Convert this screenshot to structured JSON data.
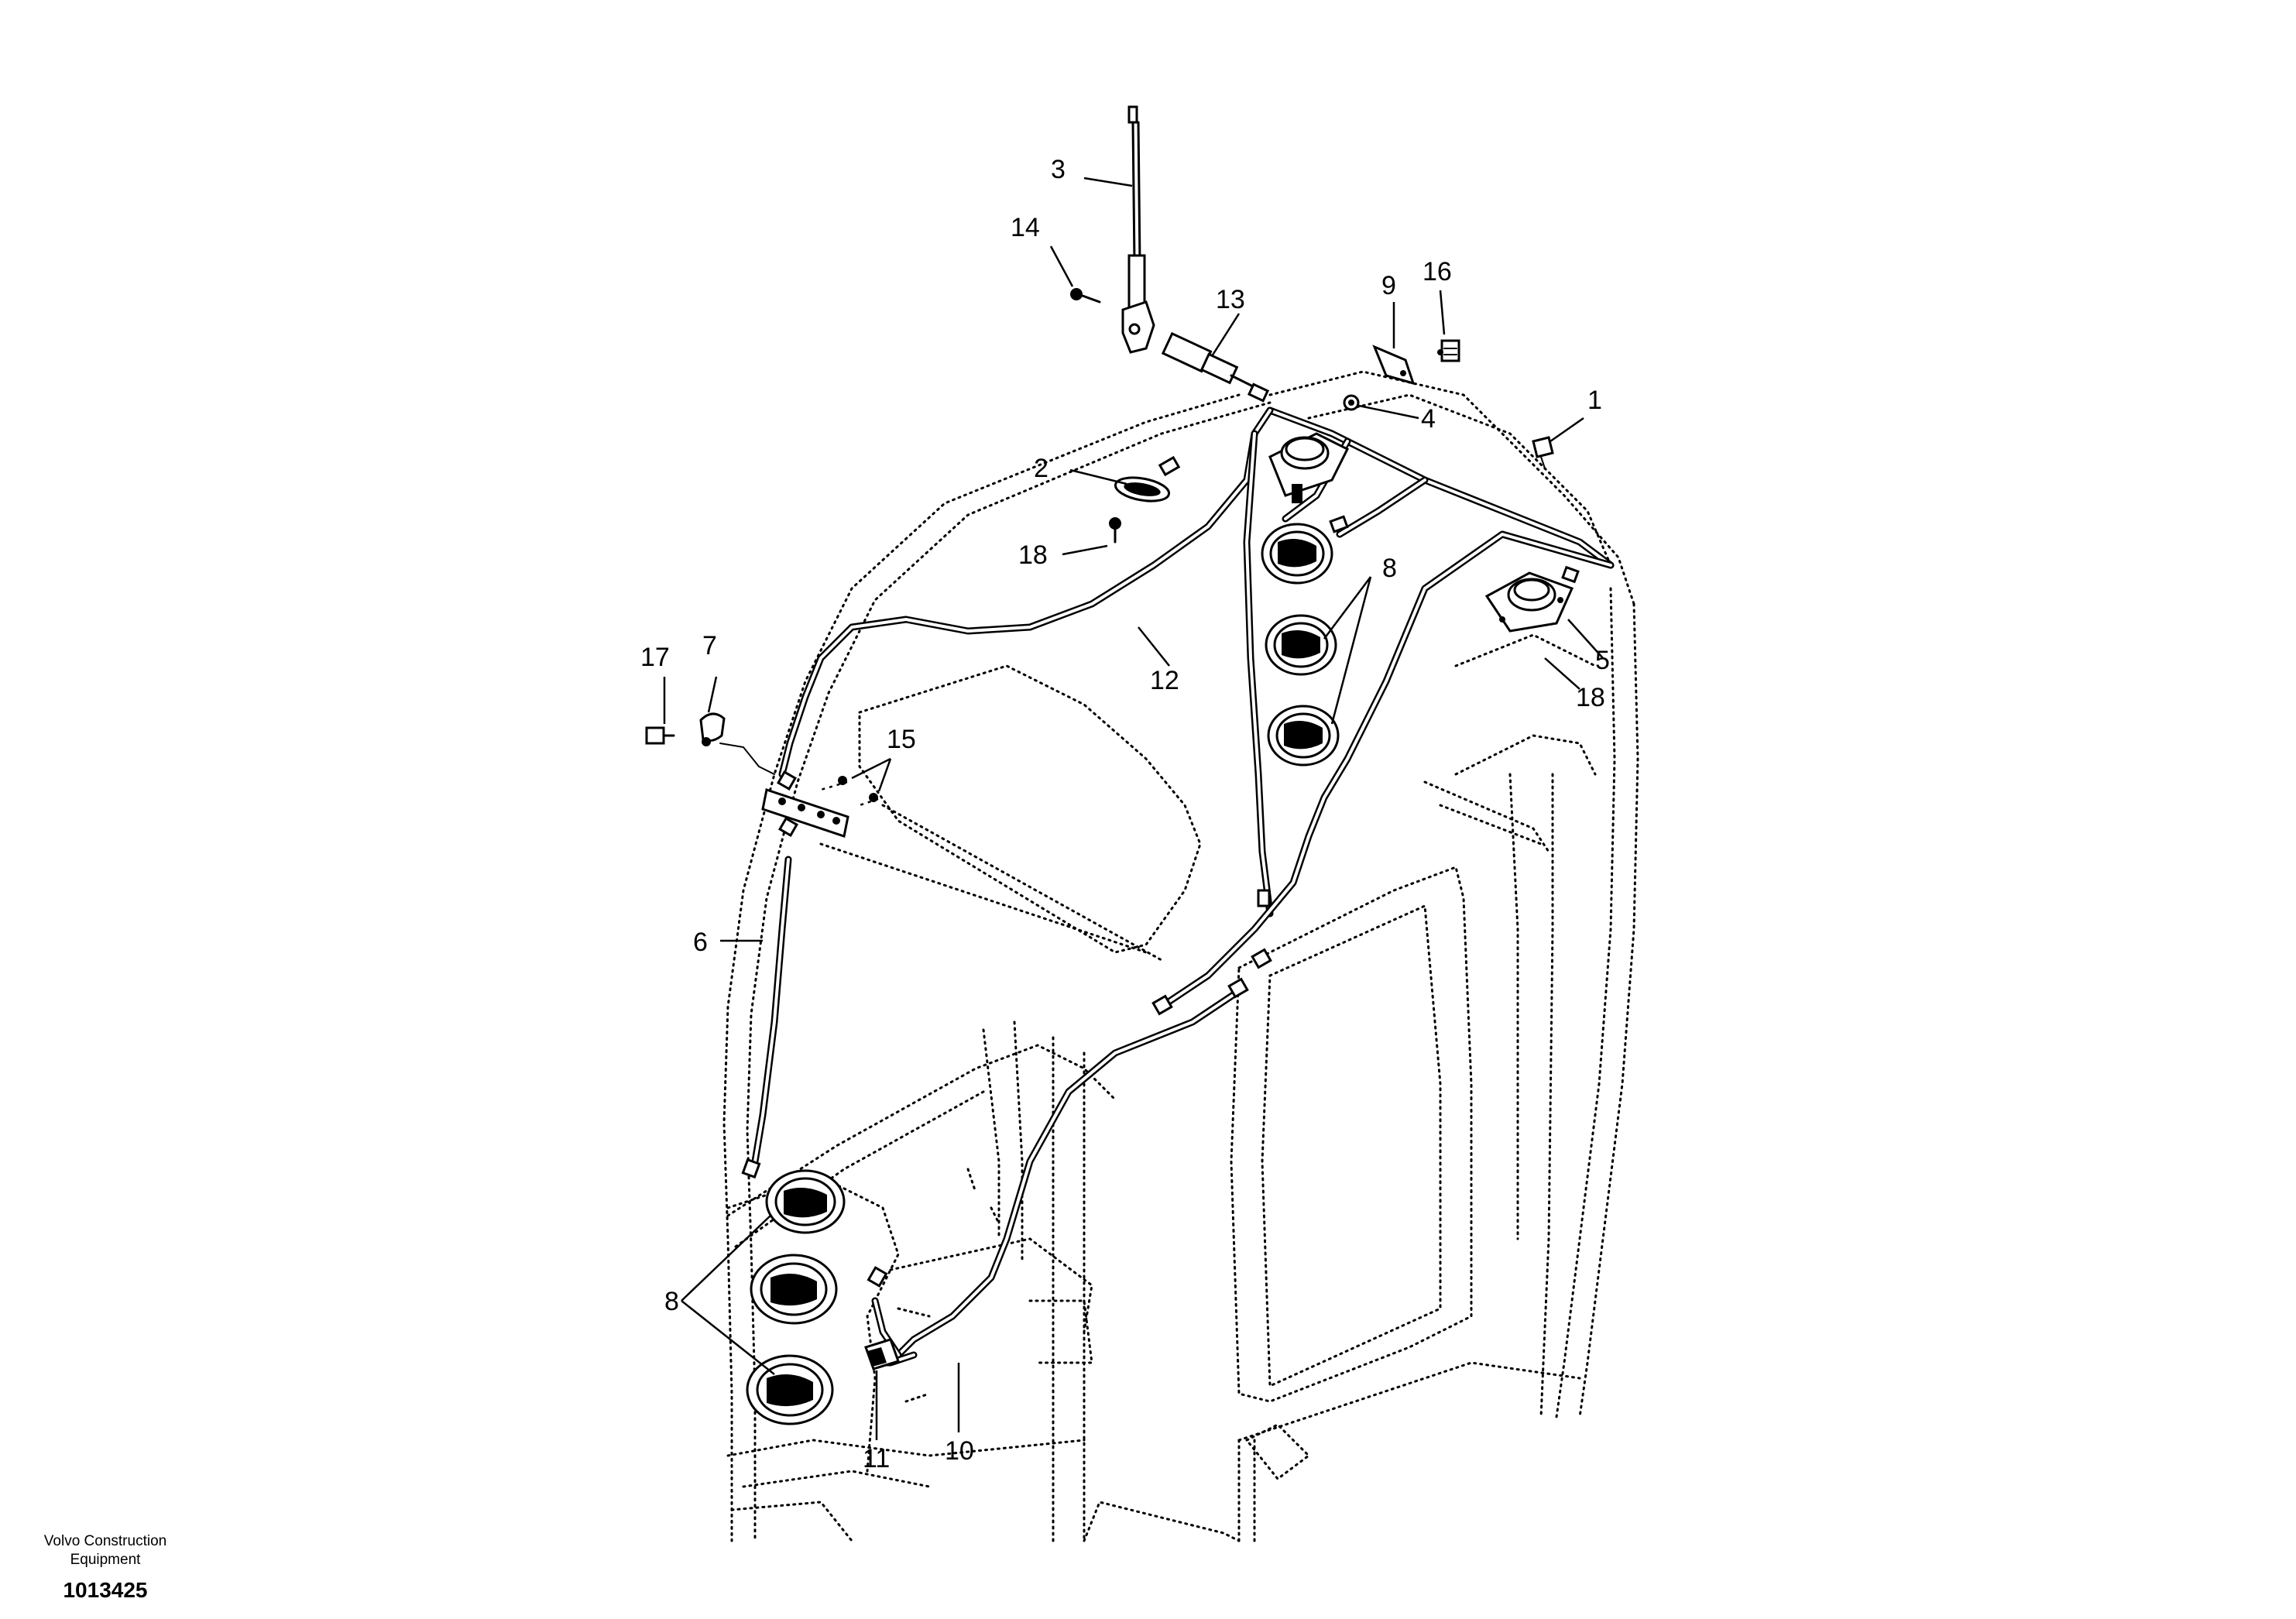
{
  "callouts": {
    "c1": "1",
    "c2": "2",
    "c3": "3",
    "c4": "4",
    "c5": "5",
    "c6": "6",
    "c7": "7",
    "c8a": "8",
    "c8b": "8",
    "c9": "9",
    "c10": "10",
    "c11": "11",
    "c12": "12",
    "c13": "13",
    "c14": "14",
    "c15": "15",
    "c16": "16",
    "c17": "17",
    "c18a": "18",
    "c18b": "18"
  },
  "footer": {
    "company_line1": "Volvo Construction",
    "company_line2": "Equipment",
    "drawing_number": "1013425"
  }
}
